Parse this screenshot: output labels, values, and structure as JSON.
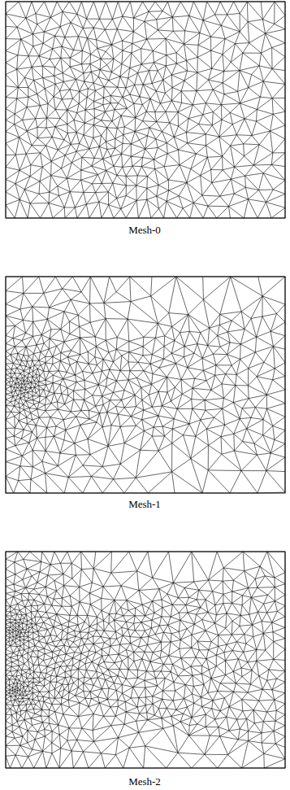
{
  "diagram": {
    "labels": [
      "Mesh-0",
      "Mesh-1",
      "Mesh-2"
    ]
  }
}
